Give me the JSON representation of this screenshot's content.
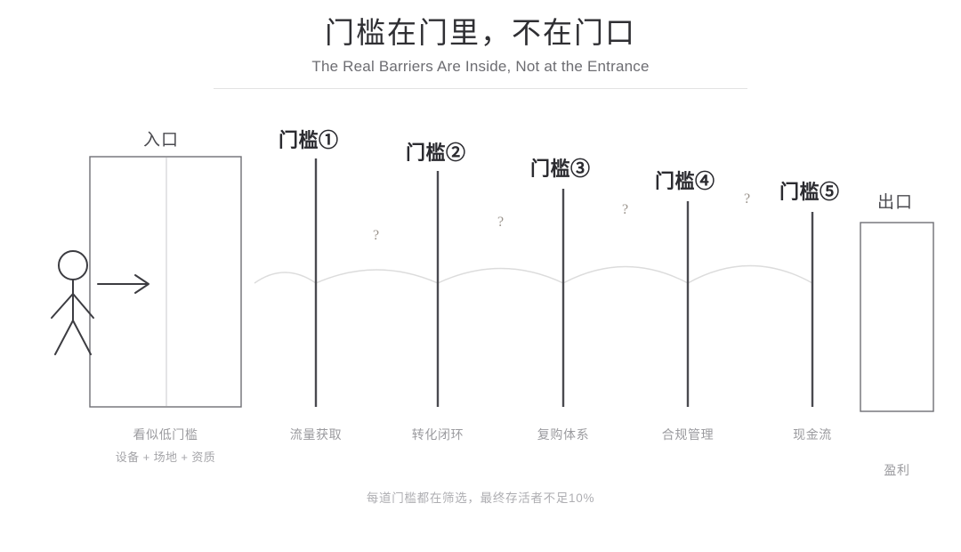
{
  "header": {
    "title_cn": "门槛在门里，不在门口",
    "title_en": "The Real Barriers Are Inside, Not at the Entrance"
  },
  "entrance": {
    "zone_label": "入口",
    "caption_line1": "看似低门槛",
    "caption_line2": "设备 + 场地 + 资质"
  },
  "exit": {
    "zone_label": "出口",
    "caption": "盈利"
  },
  "gates": [
    {
      "title": "门槛①",
      "label": "流量获取"
    },
    {
      "title": "门槛②",
      "label": "转化闭环"
    },
    {
      "title": "门槛③",
      "label": "复购体系"
    },
    {
      "title": "门槛④",
      "label": "合规管理"
    },
    {
      "title": "门槛⑤",
      "label": "现金流"
    }
  ],
  "question_marks": [
    "?",
    "?",
    "?",
    "?"
  ],
  "footer": {
    "note": "每道门槛都在筛选，最终存活者不足10%"
  },
  "colors": {
    "title": "#2f2f33",
    "subtitle": "#6d6d72",
    "gate_line": "#4a4a4f",
    "door_stroke": "#6f6f74",
    "arc": "#dcdcdc",
    "caption": "#9b9b9f",
    "footer": "#aeaeb2",
    "divider": "#e3e3e3"
  }
}
